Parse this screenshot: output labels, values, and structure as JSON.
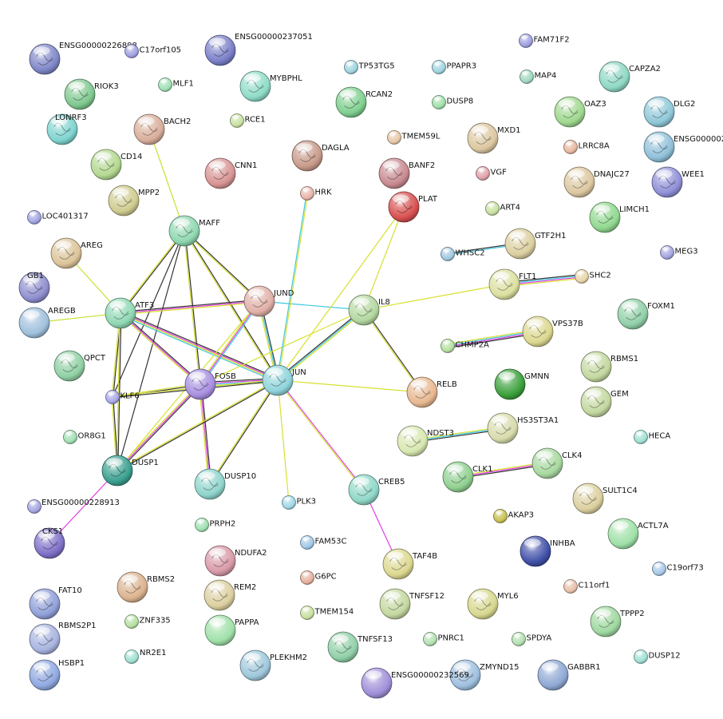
{
  "nodes": [
    {
      "id": "ENSG00000226898",
      "label": "ENSG00000226898",
      "color": "#7f87c8",
      "size": "l",
      "structure": true
    },
    {
      "id": "C17orf105",
      "label": "C17orf105",
      "color": "#9f9fe0",
      "size": "s"
    },
    {
      "id": "ENSG00000237051",
      "label": "ENSG00000237051",
      "color": "#7a7fc8",
      "size": "l",
      "structure": true
    },
    {
      "id": "FAM71F2",
      "label": "FAM71F2",
      "color": "#9f9fe0",
      "size": "s"
    },
    {
      "id": "TP53TG5",
      "label": "TP53TG5",
      "color": "#9fd4e0",
      "size": "s"
    },
    {
      "id": "PPAPR3",
      "label": "PPAPR3",
      "color": "#9fd4e0",
      "size": "s"
    },
    {
      "id": "MAP4",
      "label": "MAP4",
      "color": "#9fd8c0",
      "size": "s"
    },
    {
      "id": "CAPZA2",
      "label": "CAPZA2",
      "color": "#8fd8c4",
      "size": "l",
      "structure": true
    },
    {
      "id": "RIOK3",
      "label": "RIOK3",
      "color": "#7fc88f",
      "size": "l",
      "structure": true
    },
    {
      "id": "MLF1",
      "label": "MLF1",
      "color": "#9fe0b4",
      "size": "s"
    },
    {
      "id": "MYBPHL",
      "label": "MYBPHL",
      "color": "#8fdcc8",
      "size": "l",
      "structure": true
    },
    {
      "id": "RCAN2",
      "label": "RCAN2",
      "color": "#7fd08f",
      "size": "l",
      "structure": true
    },
    {
      "id": "DUSP8",
      "label": "DUSP8",
      "color": "#9fe0a8",
      "size": "s"
    },
    {
      "id": "OAZ3",
      "label": "OAZ3",
      "color": "#9fd88f",
      "size": "l",
      "structure": true
    },
    {
      "id": "DLG2",
      "label": "DLG2",
      "color": "#8fc8d8",
      "size": "l",
      "structure": true
    },
    {
      "id": "LONRF3",
      "label": "LONRF3",
      "color": "#7fd4d0",
      "size": "l",
      "structure": true
    },
    {
      "id": "BACH2",
      "label": "BACH2",
      "color": "#d8ae9a",
      "size": "l",
      "structure": true
    },
    {
      "id": "RCE1",
      "label": "RCE1",
      "color": "#c8e0a0",
      "size": "s"
    },
    {
      "id": "MXD1",
      "label": "MXD1",
      "color": "#dcc8a0",
      "size": "l",
      "structure": true
    },
    {
      "id": "ENSG0000027",
      "label": "ENSG000002",
      "color": "#8fc0d8",
      "size": "l",
      "structure": true
    },
    {
      "id": "TMEM59L",
      "label": "TMEM59L",
      "color": "#e8c8a8",
      "size": "s"
    },
    {
      "id": "LRRC8A",
      "label": "LRRC8A",
      "color": "#e8b8a0",
      "size": "s"
    },
    {
      "id": "CD14",
      "label": "CD14",
      "color": "#b4d890",
      "size": "l",
      "structure": true
    },
    {
      "id": "CNN1",
      "label": "CNN1",
      "color": "#d89494",
      "size": "l",
      "structure": true
    },
    {
      "id": "DAGLA",
      "label": "DAGLA",
      "color": "#c89a8a",
      "size": "l",
      "structure": true
    },
    {
      "id": "BANF2",
      "label": "BANF2",
      "color": "#c88a90",
      "size": "l",
      "structure": true
    },
    {
      "id": "VGF",
      "label": "VGF",
      "color": "#e0a0a8",
      "size": "s"
    },
    {
      "id": "DNAJC27",
      "label": "DNAJC27",
      "color": "#dcc8a0",
      "size": "l",
      "structure": true
    },
    {
      "id": "WEE1",
      "label": "WEE1",
      "color": "#8f8fd8",
      "size": "l",
      "structure": true
    },
    {
      "id": "MPP2",
      "label": "MPP2",
      "color": "#d0cc90",
      "size": "l",
      "structure": true
    },
    {
      "id": "HRK",
      "label": "HRK",
      "color": "#e8b4a8",
      "size": "s"
    },
    {
      "id": "PLAT",
      "label": "PLAT",
      "color": "#d85050",
      "size": "l",
      "structure": true
    },
    {
      "id": "ART4",
      "label": "ART4",
      "color": "#c8e0a0",
      "size": "s"
    },
    {
      "id": "LIMCH1",
      "label": "LIMCH1",
      "color": "#90d890",
      "size": "l",
      "structure": true
    },
    {
      "id": "LOC401317",
      "label": "LOC401317",
      "color": "#9fa4e0",
      "size": "s"
    },
    {
      "id": "MAFF",
      "label": "MAFF",
      "color": "#8fd8b0",
      "size": "l",
      "structure": true
    },
    {
      "id": "GTF2H1",
      "label": "GTF2H1",
      "color": "#dcd0a0",
      "size": "l",
      "structure": true
    },
    {
      "id": "AREG",
      "label": "AREG",
      "color": "#dcc49a",
      "size": "l",
      "structure": true
    },
    {
      "id": "WHSC2",
      "label": "WHSC2",
      "color": "#9fc8e0",
      "size": "s"
    },
    {
      "id": "MEG3",
      "label": "MEG3",
      "color": "#a4a4e0",
      "size": "s"
    },
    {
      "id": "GB1",
      "label": "GB1",
      "color": "#8f8fd0",
      "size": "l",
      "structure": true
    },
    {
      "id": "FLT1",
      "label": "FLT1",
      "color": "#dce0a0",
      "size": "l",
      "structure": true
    },
    {
      "id": "SHC2",
      "label": "SHC2",
      "color": "#e8d4a8",
      "size": "s"
    },
    {
      "id": "JUND",
      "label": "JUND",
      "color": "#e0b0a8",
      "size": "l",
      "structure": true
    },
    {
      "id": "ATF3",
      "label": "ATF3",
      "color": "#8fd8b4",
      "size": "l",
      "structure": true
    },
    {
      "id": "IL8",
      "label": "IL8",
      "color": "#b4d8a0",
      "size": "l",
      "structure": true
    },
    {
      "id": "FOXM1",
      "label": "FOXM1",
      "color": "#90d0a8",
      "size": "l",
      "structure": true
    },
    {
      "id": "AREGB",
      "label": "AREGB",
      "color": "#9fc0dc",
      "size": "l"
    },
    {
      "id": "VPS37B",
      "label": "VPS37B",
      "color": "#dcd890",
      "size": "l",
      "structure": true
    },
    {
      "id": "CHMP2A",
      "label": "CHMP2A",
      "color": "#b4e0a0",
      "size": "s"
    },
    {
      "id": "QPCT",
      "label": "QPCT",
      "color": "#90d0a4",
      "size": "l",
      "structure": true
    },
    {
      "id": "RBMS1",
      "label": "RBMS1",
      "color": "#c4d8a0",
      "size": "l",
      "structure": true
    },
    {
      "id": "FOSB",
      "label": "FOSB",
      "color": "#a88fe0",
      "size": "l",
      "structure": true
    },
    {
      "id": "JUN",
      "label": "JUN",
      "color": "#8fd4dc",
      "size": "l",
      "structure": true
    },
    {
      "id": "KLF6",
      "label": "KLF6",
      "color": "#a8a8e8",
      "size": "s"
    },
    {
      "id": "RELB",
      "label": "RELB",
      "color": "#e8b890",
      "size": "l",
      "structure": true
    },
    {
      "id": "GMNN",
      "label": "GMNN",
      "color": "#3aa03a",
      "size": "l"
    },
    {
      "id": "GEM",
      "label": "GEM",
      "color": "#c4d8a0",
      "size": "l",
      "structure": true
    },
    {
      "id": "HS3ST3A1",
      "label": "HS3ST3A1",
      "color": "#d8dcac",
      "size": "l",
      "structure": true
    },
    {
      "id": "NDST3",
      "label": "NDST3",
      "color": "#d8e8b0",
      "size": "l",
      "structure": true
    },
    {
      "id": "HECA",
      "label": "HECA",
      "color": "#9fe0d4",
      "size": "s"
    },
    {
      "id": "OR8G1",
      "label": "OR8G1",
      "color": "#9fe0b4",
      "size": "s"
    },
    {
      "id": "DUSP1",
      "label": "DUSP1",
      "color": "#3aa090",
      "size": "l",
      "structure": true
    },
    {
      "id": "CLK4",
      "label": "CLK4",
      "color": "#a8d8a0",
      "size": "l",
      "structure": true
    },
    {
      "id": "CLK1",
      "label": "CLK1",
      "color": "#90d090",
      "size": "l",
      "structure": true
    },
    {
      "id": "DUSP10",
      "label": "DUSP10",
      "color": "#8fd4cc",
      "size": "l",
      "structure": true
    },
    {
      "id": "CREB5",
      "label": "CREB5",
      "color": "#8fd8c8",
      "size": "l",
      "structure": true
    },
    {
      "id": "SULT1C4",
      "label": "SULT1C4",
      "color": "#dcd0a0",
      "size": "l",
      "structure": true
    },
    {
      "id": "ENSG00000228913",
      "label": "ENSG00000228913",
      "color": "#a4a4e0",
      "size": "s"
    },
    {
      "id": "PLK3",
      "label": "PLK3",
      "color": "#9fd8e8",
      "size": "s"
    },
    {
      "id": "AKAP3",
      "label": "AKAP3",
      "color": "#c8c050",
      "size": "s"
    },
    {
      "id": "PRPH2",
      "label": "PRPH2",
      "color": "#9fe0b0",
      "size": "s"
    },
    {
      "id": "ACTL7A",
      "label": "ACTL7A",
      "color": "#9fe0a8",
      "size": "l"
    },
    {
      "id": "CKS1",
      "label": "CKS1",
      "color": "#8070c8",
      "size": "l",
      "structure": true
    },
    {
      "id": "INHBA",
      "label": "INHBA",
      "color": "#4050a8",
      "size": "l"
    },
    {
      "id": "FAM53C",
      "label": "FAM53C",
      "color": "#9fc8e8",
      "size": "s"
    },
    {
      "id": "NDUFA2",
      "label": "NDUFA2",
      "color": "#d89aa8",
      "size": "l",
      "structure": true
    },
    {
      "id": "TAF4B",
      "label": "TAF4B",
      "color": "#dcd890",
      "size": "l",
      "structure": true
    },
    {
      "id": "C19orf73",
      "label": "C19orf73",
      "color": "#a8c8e8",
      "size": "s"
    },
    {
      "id": "C11orf1",
      "label": "C11orf1",
      "color": "#e8c0a8",
      "size": "s"
    },
    {
      "id": "G6PC",
      "label": "G6PC",
      "color": "#e8b0a0",
      "size": "s"
    },
    {
      "id": "REM2",
      "label": "REM2",
      "color": "#dcd0a0",
      "size": "l",
      "structure": true
    },
    {
      "id": "FAT10",
      "label": "FAT10",
      "color": "#8f9fd8",
      "size": "l",
      "structure": true
    },
    {
      "id": "RBMS2",
      "label": "RBMS2",
      "color": "#dcb490",
      "size": "l",
      "structure": true
    },
    {
      "id": "TNFSF12",
      "label": "TNFSF12",
      "color": "#c4d8a0",
      "size": "l",
      "structure": true
    },
    {
      "id": "MYL6",
      "label": "MYL6",
      "color": "#d8d890",
      "size": "l",
      "structure": true
    },
    {
      "id": "ZNF335",
      "label": "ZNF335",
      "color": "#b4e0a0",
      "size": "s"
    },
    {
      "id": "TPPP2",
      "label": "TPPP2",
      "color": "#9fd8a0",
      "size": "l",
      "structure": true
    },
    {
      "id": "TMEM154",
      "label": "TMEM154",
      "color": "#c8e0a0",
      "size": "s"
    },
    {
      "id": "PAPPA",
      "label": "PAPPA",
      "color": "#9fe0a8",
      "size": "l"
    },
    {
      "id": "RBMS2P1",
      "label": "RBMS2P1",
      "color": "#a8b4e0",
      "size": "l",
      "structure": true
    },
    {
      "id": "PNRC1",
      "label": "PNRC1",
      "color": "#b4e0b0",
      "size": "s"
    },
    {
      "id": "SPDYA",
      "label": "SPDYA",
      "color": "#b4e0b0",
      "size": "s"
    },
    {
      "id": "TNFSF13",
      "label": "TNFSF13",
      "color": "#90d0a8",
      "size": "l",
      "structure": true
    },
    {
      "id": "NR2E1",
      "label": "NR2E1",
      "color": "#9fe0d4",
      "size": "s"
    },
    {
      "id": "PLEKHM2",
      "label": "PLEKHM2",
      "color": "#9fc8dc",
      "size": "l",
      "structure": true
    },
    {
      "id": "DUSP12",
      "label": "DUSP12",
      "color": "#9fe0d4",
      "size": "s"
    },
    {
      "id": "GABBR1",
      "label": "GABBR1",
      "color": "#8fa8d4",
      "size": "l"
    },
    {
      "id": "HSBP1",
      "label": "HSBP1",
      "color": "#8fa8e0",
      "size": "l",
      "structure": true
    },
    {
      "id": "ZMYND15",
      "label": "ZMYND15",
      "color": "#9fc0e0",
      "size": "l",
      "structure": true
    },
    {
      "id": "ENSG00000232569",
      "label": "ENSG00000232569",
      "color": "#a08fd8",
      "size": "l"
    }
  ],
  "edges": [
    {
      "source": "MAFF",
      "target": "ATF3",
      "colors": [
        "#333333",
        "#d8e030"
      ]
    },
    {
      "source": "MAFF",
      "target": "FOSB",
      "colors": [
        "#333333",
        "#d8e030"
      ]
    },
    {
      "source": "MAFF",
      "target": "JUN",
      "colors": [
        "#333333",
        "#d8e030"
      ]
    },
    {
      "source": "MAFF",
      "target": "JUND",
      "colors": [
        "#333333",
        "#d8e030"
      ]
    },
    {
      "source": "MAFF",
      "target": "KLF6",
      "colors": [
        "#333333"
      ]
    },
    {
      "source": "MAFF",
      "target": "DUSP1",
      "colors": [
        "#333333"
      ]
    },
    {
      "source": "BACH2",
      "target": "MAFF",
      "colors": [
        "#c8e030"
      ]
    },
    {
      "source": "AREG",
      "target": "ATF3",
      "colors": [
        "#c8e030"
      ]
    },
    {
      "source": "AREGB",
      "target": "ATF3",
      "colors": [
        "#c8e030"
      ]
    },
    {
      "source": "ATF3",
      "target": "JUND",
      "colors": [
        "#333333",
        "#e040e0",
        "#d8e030"
      ]
    },
    {
      "source": "ATF3",
      "target": "FOSB",
      "colors": [
        "#333333",
        "#e040e0",
        "#d8e030"
      ]
    },
    {
      "source": "ATF3",
      "target": "JUN",
      "colors": [
        "#333333",
        "#e040e0",
        "#d8e030",
        "#40c8e0"
      ]
    },
    {
      "source": "ATF3",
      "target": "KLF6",
      "colors": [
        "#333333",
        "#d8e030"
      ]
    },
    {
      "source": "ATF3",
      "target": "DUSP1",
      "colors": [
        "#333333",
        "#d8e030"
      ]
    },
    {
      "source": "JUND",
      "target": "FOSB",
      "colors": [
        "#40c8e0",
        "#e040e0",
        "#d8e030"
      ]
    },
    {
      "source": "JUND",
      "target": "JUN",
      "colors": [
        "#333333",
        "#40c8e0",
        "#d8e030"
      ]
    },
    {
      "source": "JUND",
      "target": "IL8",
      "colors": [
        "#40c8e0"
      ]
    },
    {
      "source": "JUND",
      "target": "DUSP1",
      "colors": [
        "#d8e030"
      ]
    },
    {
      "source": "FOSB",
      "target": "JUN",
      "colors": [
        "#333333",
        "#e040e0",
        "#40c8e0",
        "#d8e030"
      ]
    },
    {
      "source": "FOSB",
      "target": "KLF6",
      "colors": [
        "#333333",
        "#d8e030"
      ]
    },
    {
      "source": "FOSB",
      "target": "DUSP1",
      "colors": [
        "#333333",
        "#e040e0",
        "#d8e030"
      ]
    },
    {
      "source": "FOSB",
      "target": "DUSP10",
      "colors": [
        "#333333",
        "#e040e0",
        "#d8e030"
      ]
    },
    {
      "source": "FOSB",
      "target": "IL8",
      "colors": [
        "#d8e030"
      ]
    },
    {
      "source": "JUN",
      "target": "IL8",
      "colors": [
        "#333333",
        "#40c8e0",
        "#d8e030"
      ]
    },
    {
      "source": "JUN",
      "target": "HRK",
      "colors": [
        "#40c8e0",
        "#d8e030"
      ]
    },
    {
      "source": "JUN",
      "target": "PLAT",
      "colors": [
        "#d8e030"
      ]
    },
    {
      "source": "JUN",
      "target": "RELB",
      "colors": [
        "#d8e030"
      ]
    },
    {
      "source": "JUN",
      "target": "CREB5",
      "colors": [
        "#e040e0",
        "#d8e030"
      ]
    },
    {
      "source": "JUN",
      "target": "DUSP1",
      "colors": [
        "#333333",
        "#d8e030"
      ]
    },
    {
      "source": "JUN",
      "target": "DUSP10",
      "colors": [
        "#333333",
        "#d8e030"
      ]
    },
    {
      "source": "JUN",
      "target": "PLK3",
      "colors": [
        "#d8e030"
      ]
    },
    {
      "source": "JUN",
      "target": "KLF6",
      "colors": [
        "#333333",
        "#d8e030"
      ]
    },
    {
      "source": "IL8",
      "target": "PLAT",
      "colors": [
        "#d8e030"
      ]
    },
    {
      "source": "IL8",
      "target": "RELB",
      "colors": [
        "#333333",
        "#d8e030"
      ]
    },
    {
      "source": "IL8",
      "target": "FLT1",
      "colors": [
        "#d8e030"
      ]
    },
    {
      "source": "KLF6",
      "target": "DUSP1",
      "colors": [
        "#333333",
        "#d8e030"
      ]
    },
    {
      "source": "DUSP1",
      "target": "CKS1",
      "colors": [
        "#e040e0"
      ]
    },
    {
      "source": "CREB5",
      "target": "TAF4B",
      "colors": [
        "#e040e0"
      ]
    },
    {
      "source": "FLT1",
      "target": "SHC2",
      "colors": [
        "#333333",
        "#40c8e0",
        "#e040e0",
        "#d8e030"
      ]
    },
    {
      "source": "GTF2H1",
      "target": "WHSC2",
      "colors": [
        "#40c8e0",
        "#333333"
      ]
    },
    {
      "source": "VPS37B",
      "target": "CHMP2A",
      "colors": [
        "#333333",
        "#e040e0",
        "#40c8e0",
        "#d8e030"
      ]
    },
    {
      "source": "HS3ST3A1",
      "target": "NDST3",
      "colors": [
        "#333333",
        "#40c8e0",
        "#d8e030"
      ]
    },
    {
      "source": "CLK4",
      "target": "CLK1",
      "colors": [
        "#333333",
        "#e040e0",
        "#d8e030"
      ]
    }
  ]
}
